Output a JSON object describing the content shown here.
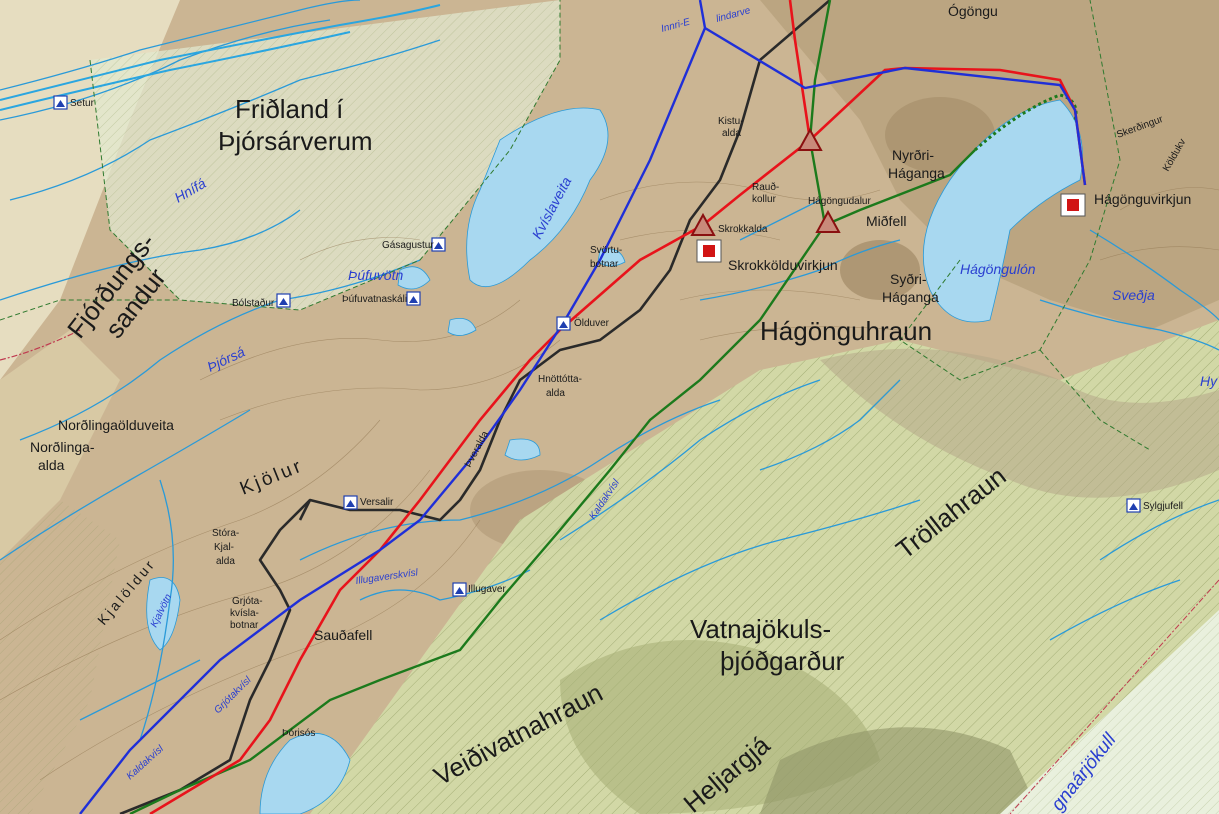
{
  "colors": {
    "land": "#cbb593",
    "lowland": "#e4d6b8",
    "park_green": "#d4dcaa",
    "nature_reserve": "#e0ead0",
    "ice_green": "#e8efdc",
    "water": "#a8d8f0",
    "river": "#2a9ad8",
    "route_blue": "#1f2fd8",
    "route_red": "#e8131b",
    "route_green": "#1c7a1c",
    "road_black": "#2a2a2a",
    "plant_red": "#d11414"
  },
  "region_labels": {
    "fridland_1": "Friðland í",
    "fridland_2": "Þjórsárverum",
    "fjordungs_1": "Fjórðungs-",
    "fjordungs_2": "sandur",
    "hagonguhraun": "Hágönguhraun",
    "trollahraun": "Tröllahraun",
    "vatnajokuls_1": "Vatnajökuls-",
    "vatnajokuls_2": "þjóðgarður",
    "veidivatnahraun": "Veiðivatnahraun",
    "heljargja": "Heljargjá",
    "kjolur": "Kjölur",
    "kjaloldur": "Kjalöldur",
    "ogongu": "Ógöngu"
  },
  "place_labels": {
    "nordlingaolduveita": "Norðlingaölduveita",
    "nordlinga_1": "Norðlinga-",
    "nordlinga_2": "alda",
    "stora_1": "Stóra-",
    "stora_2": "Kjal-",
    "stora_3": "alda",
    "grjota_1": "Grjóta-",
    "grjota_2": "kvísla-",
    "grjota_3": "botnar",
    "saudafell": "Sauðafell",
    "hnottotta_1": "Hnöttótta-",
    "hnottotta_2": "alda",
    "thveralda": "Þveralda",
    "svortu_1": "Svörtu-",
    "svortu_2": "botnar",
    "kistu_1": "Kistu-",
    "kistu_2": "alda",
    "raud_1": "Rauð-",
    "raud_2": "kollur",
    "skrokkalda": "Skrokkalda",
    "skrokkolduvirkjun": "Skrokkölduvirkjun",
    "nyrdri_1": "Nyrðri-",
    "nyrdri_2": "Háganga",
    "sydri_1": "Syðri-",
    "sydri_2": "Háganga",
    "midfell": "Miðfell",
    "hagongudalur": "Hágöngudalur",
    "hagonguvirkjun": "Hágönguvirkjun",
    "skerdingur": "Skerðingur",
    "koldukv": "Köldukv",
    "bolstadur": "Bólstaður",
    "gasagustur": "Gásagustur",
    "thufuvatnaskali": "Þúfuvatnaskáli",
    "olduver": "Ölduver",
    "versalir": "Versalir",
    "illugaver": "Illugaver",
    "setur": "Setur",
    "sylgjufell": "Sylgjufell",
    "porisos": "Þórisós"
  },
  "water_labels": {
    "hnifa": "Hnífá",
    "thufuvotn": "Þúfuvötn",
    "thjorsa": "Þjórsá",
    "kvislaveita": "Kvíslaveita",
    "innri_e": "Innri-E",
    "lindarver": "lindarve",
    "hagongulon": "Hágöngulón",
    "sveðja": "Sveðja",
    "hy": "Hy",
    "kaldakvisl_1": "Kaldakvísl",
    "kaldakvisl_2": "Kaldakvísl",
    "illugaverskvisl": "Illugaverskvísl",
    "kjalvotn": "Kjalvötn",
    "grjotakvisl": "Grjótakvísl",
    "tungnaarjokull": "gnaárjökull"
  },
  "icons": {
    "hut": "mountain-hut-icon",
    "power_plant": "power-plant-square-icon",
    "substation": "triangle-station-icon"
  }
}
